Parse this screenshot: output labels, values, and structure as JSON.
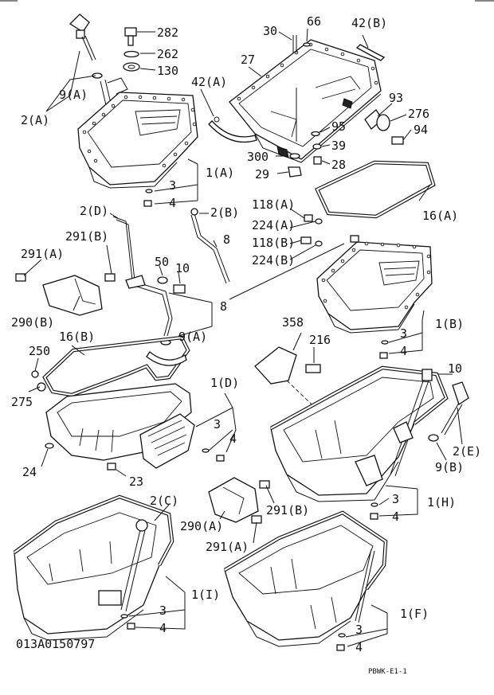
{
  "diagram": {
    "drawing_number": "013A0150797",
    "sheet_code": "PBWK-E1-1",
    "labels": [
      {
        "id": "lbl-282",
        "text": "282"
      },
      {
        "id": "lbl-262",
        "text": "262"
      },
      {
        "id": "lbl-130",
        "text": "130"
      },
      {
        "id": "lbl-9a-top",
        "text": "9(A)"
      },
      {
        "id": "lbl-2a",
        "text": "2(A)"
      },
      {
        "id": "lbl-30",
        "text": "30"
      },
      {
        "id": "lbl-66",
        "text": "66"
      },
      {
        "id": "lbl-42b",
        "text": "42(B)"
      },
      {
        "id": "lbl-27",
        "text": "27"
      },
      {
        "id": "lbl-42a",
        "text": "42(A)"
      },
      {
        "id": "lbl-93",
        "text": "93"
      },
      {
        "id": "lbl-276",
        "text": "276"
      },
      {
        "id": "lbl-94",
        "text": "94"
      },
      {
        "id": "lbl-95",
        "text": "95"
      },
      {
        "id": "lbl-39",
        "text": "39"
      },
      {
        "id": "lbl-300",
        "text": "300"
      },
      {
        "id": "lbl-28",
        "text": "28"
      },
      {
        "id": "lbl-29",
        "text": "29"
      },
      {
        "id": "lbl-1a",
        "text": "1(A)"
      },
      {
        "id": "lbl-3-a",
        "text": "3"
      },
      {
        "id": "lbl-4-a",
        "text": "4"
      },
      {
        "id": "lbl-16a",
        "text": "16(A)"
      },
      {
        "id": "lbl-2d",
        "text": "2(D)"
      },
      {
        "id": "lbl-2b",
        "text": "2(B)"
      },
      {
        "id": "lbl-118a",
        "text": "118(A)"
      },
      {
        "id": "lbl-224a",
        "text": "224(A)"
      },
      {
        "id": "lbl-118b",
        "text": "118(B)"
      },
      {
        "id": "lbl-224b",
        "text": "224(B)"
      },
      {
        "id": "lbl-291b-top",
        "text": "291(B)"
      },
      {
        "id": "lbl-291a-top",
        "text": "291(A)"
      },
      {
        "id": "lbl-8-a",
        "text": "8"
      },
      {
        "id": "lbl-50",
        "text": "50"
      },
      {
        "id": "lbl-10-a",
        "text": "10"
      },
      {
        "id": "lbl-290b",
        "text": "290(B)"
      },
      {
        "id": "lbl-8-b",
        "text": "8"
      },
      {
        "id": "lbl-9a-mid",
        "text": "9(A)"
      },
      {
        "id": "lbl-1b",
        "text": "1(B)"
      },
      {
        "id": "lbl-3-b",
        "text": "3"
      },
      {
        "id": "lbl-4-b",
        "text": "4"
      },
      {
        "id": "lbl-16b",
        "text": "16(B)"
      },
      {
        "id": "lbl-250",
        "text": "250"
      },
      {
        "id": "lbl-275",
        "text": "275"
      },
      {
        "id": "lbl-358",
        "text": "358"
      },
      {
        "id": "lbl-216",
        "text": "216"
      },
      {
        "id": "lbl-10-b",
        "text": "10"
      },
      {
        "id": "lbl-1d",
        "text": "1(D)"
      },
      {
        "id": "lbl-3-d",
        "text": "3"
      },
      {
        "id": "lbl-4-d",
        "text": "4"
      },
      {
        "id": "lbl-2e",
        "text": "2(E)"
      },
      {
        "id": "lbl-9b",
        "text": "9(B)"
      },
      {
        "id": "lbl-24",
        "text": "24"
      },
      {
        "id": "lbl-23",
        "text": "23"
      },
      {
        "id": "lbl-2c",
        "text": "2(C)"
      },
      {
        "id": "lbl-291b-bot",
        "text": "291(B)"
      },
      {
        "id": "lbl-290a",
        "text": "290(A)"
      },
      {
        "id": "lbl-291a-bot",
        "text": "291(A)"
      },
      {
        "id": "lbl-3-h",
        "text": "3"
      },
      {
        "id": "lbl-1h",
        "text": "1(H)"
      },
      {
        "id": "lbl-4-h",
        "text": "4"
      },
      {
        "id": "lbl-1i",
        "text": "1(I)"
      },
      {
        "id": "lbl-3-i",
        "text": "3"
      },
      {
        "id": "lbl-4-i",
        "text": "4"
      },
      {
        "id": "lbl-1f",
        "text": "1(F)"
      },
      {
        "id": "lbl-3-f",
        "text": "3"
      },
      {
        "id": "lbl-4-f",
        "text": "4"
      }
    ]
  }
}
